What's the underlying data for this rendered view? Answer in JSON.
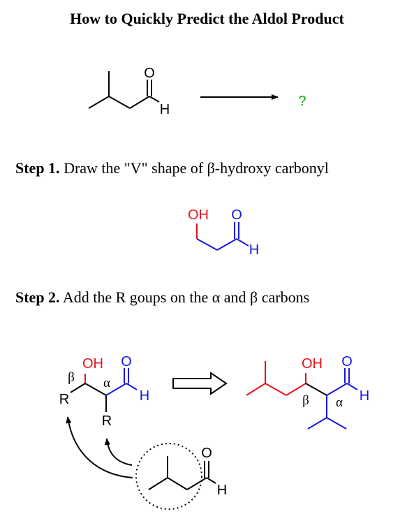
{
  "title": "How to Quickly Predict the Aldol Product",
  "reaction": {
    "product_placeholder": "?",
    "carbonyl_O": "O",
    "aldehyde_H": "H"
  },
  "step1": {
    "label": "Step 1.",
    "text": "Draw the \"V\" shape of β-hydroxy carbonyl",
    "OH": "OH",
    "O": "O",
    "H": "H"
  },
  "step2": {
    "label": "Step 2.",
    "text": "Add the R goups on the α and β carbons",
    "template": {
      "OH": "OH",
      "O": "O",
      "H": "H",
      "R_left": "R",
      "R_bottom": "R",
      "beta": "β",
      "alpha": "α"
    },
    "product": {
      "OH": "OH",
      "O": "O",
      "H": "H",
      "beta": "β",
      "alpha": "α"
    },
    "reagent": {
      "O": "O",
      "H": "H"
    }
  },
  "colors": {
    "black": "#000000",
    "red": "#e8131b",
    "blue": "#1717e0",
    "green": "#15a815"
  }
}
